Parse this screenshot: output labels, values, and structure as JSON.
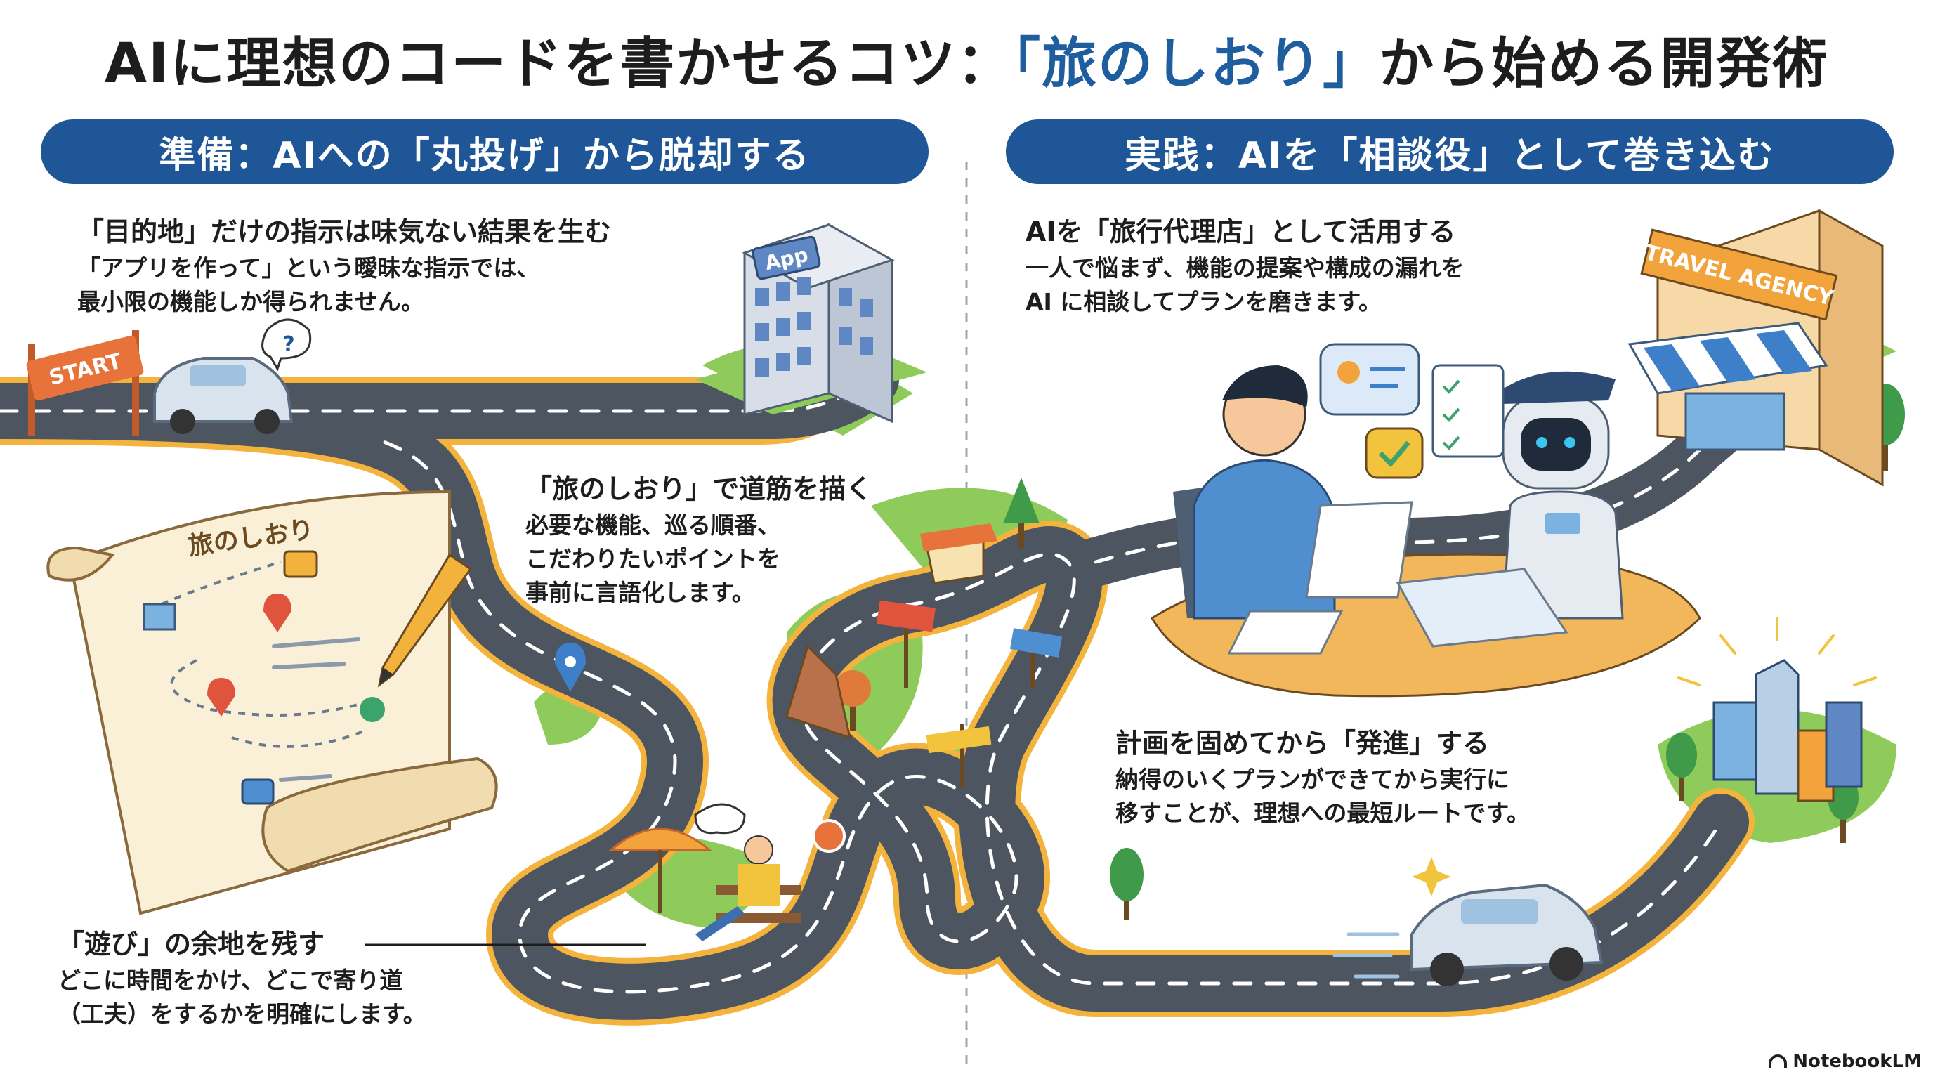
{
  "title": {
    "part1": "AIに理想のコードを書かせるコツ：",
    "highlight": "「旅のしおり」",
    "part2": "から始める開発術"
  },
  "left_banner": "準備：AIへの「丸投げ」から脱却する",
  "right_banner": "実践：AIを「相談役」として巻き込む",
  "sections": {
    "destination": {
      "heading": "「目的地」だけの指示は味気ない結果を生む",
      "lines": [
        "「アプリを作って」という曖昧な指示では、",
        "最小限の機能しか得られません。"
      ]
    },
    "shiori": {
      "heading": "「旅のしおり」で道筋を描く",
      "lines": [
        "必要な機能、巡る順番、",
        "こだわりたいポイントを",
        "事前に言語化します。"
      ]
    },
    "asobi": {
      "heading": "「遊び」の余地を残す",
      "lines": [
        "どこに時間をかけ、どこで寄り道",
        "（工夫）をするかを明確にします。"
      ]
    },
    "agency": {
      "heading": "AIを「旅行代理店」として活用する",
      "lines": [
        "一人で悩まず、機能の提案や構成の漏れを",
        "AI に相談してプランを磨きます。"
      ]
    },
    "launch": {
      "heading": "計画を固めてから「発進」する",
      "lines": [
        "納得のいくプランができてから実行に",
        "移すことが、理想への最短ルートです。"
      ]
    }
  },
  "illustration": {
    "start_sign": "START",
    "app_building": "App",
    "scroll_title": "旅のしおり",
    "agency_sign": "TRAVEL AGENCY",
    "question_mark": "?"
  },
  "colors": {
    "banner": "#1f5697",
    "title_highlight": "#1f5e9e",
    "road": "#4d5560",
    "road_edge": "#f3b33d",
    "grass": "#8fcb5a"
  },
  "footer": {
    "brand": "NotebookLM"
  }
}
